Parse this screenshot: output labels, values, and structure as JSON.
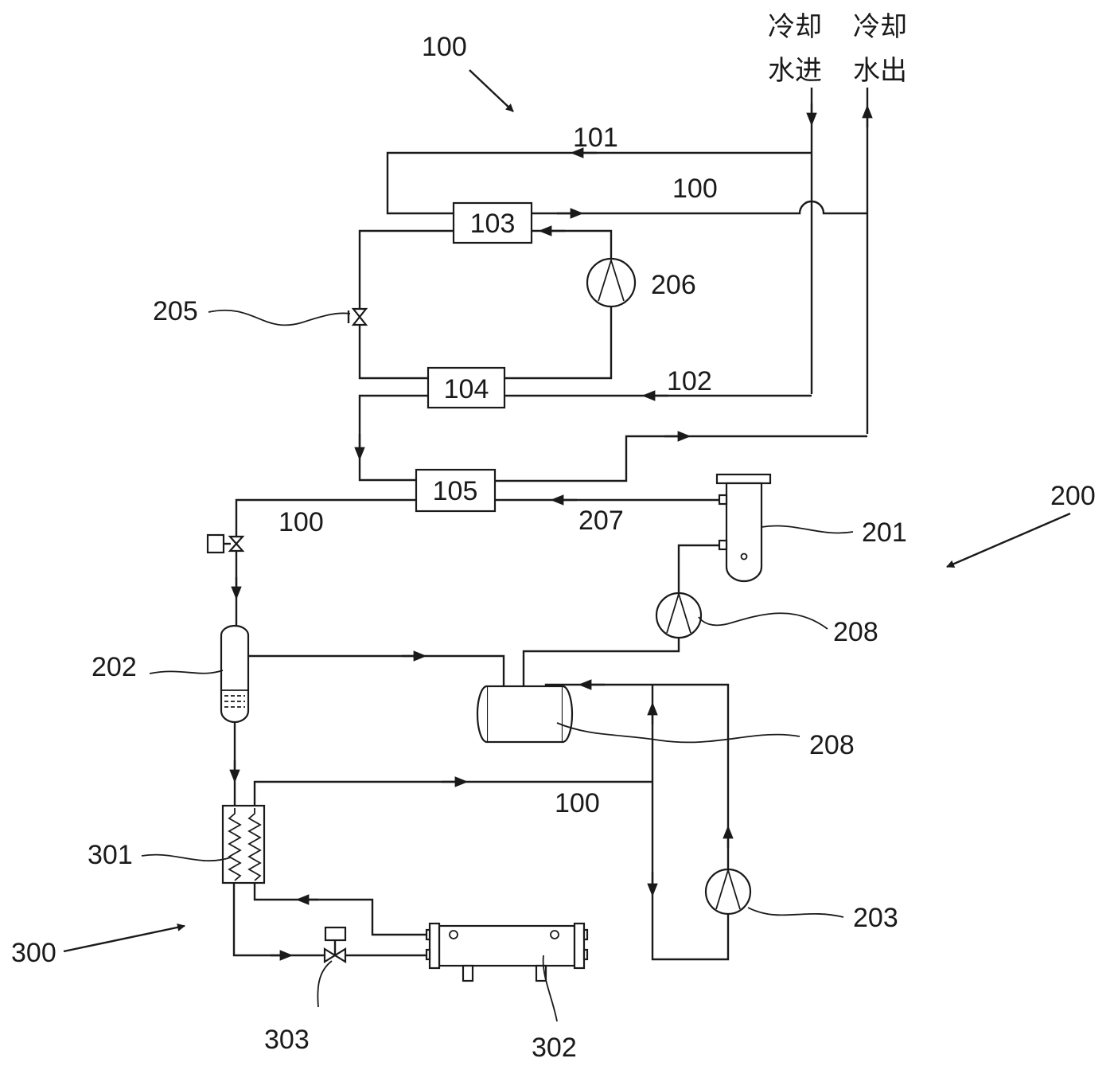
{
  "title": "",
  "cooling_water_in": {
    "line1": "冷却",
    "line2": "水进"
  },
  "cooling_water_out": {
    "line1": "冷却",
    "line2": "水出"
  },
  "labels": {
    "system_100": "100",
    "pipe_101": "101",
    "pipe_100_top": "100",
    "hx_103": "103",
    "compressor_206": "206",
    "valve_205": "205",
    "hx_104": "104",
    "pipe_102": "102",
    "hx_105": "105",
    "pipe_100_mid": "100",
    "pipe_207": "207",
    "vessel_201": "201",
    "system_200": "200",
    "compressor_208": "208",
    "separator_202": "202",
    "tank_208": "208",
    "pipe_100_low": "100",
    "hx_301": "301",
    "pump_203": "203",
    "system_300": "300",
    "valve_303": "303",
    "evaporator_302": "302"
  },
  "colors": {
    "line": "#1a1a1a",
    "background": "#ffffff"
  }
}
